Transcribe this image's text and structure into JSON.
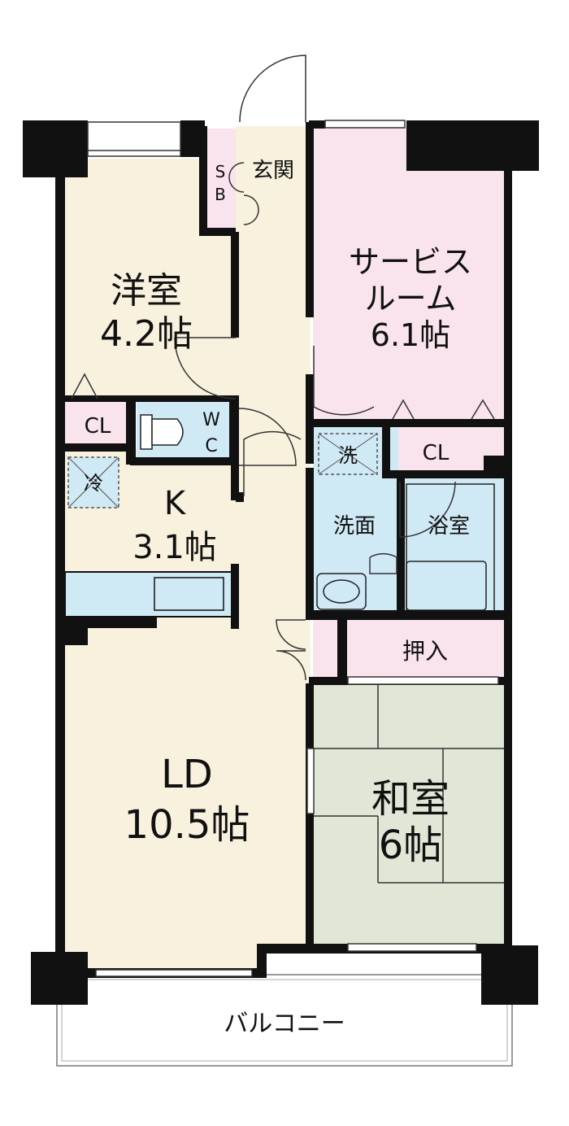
{
  "rooms": {
    "western": {
      "name": "洋室",
      "size": "4.2帖"
    },
    "service": {
      "line1": "サービス",
      "line2": "ルーム",
      "size": "6.1帖"
    },
    "kitchen": {
      "name": "K",
      "size": "3.1帖"
    },
    "ld": {
      "name": "LD",
      "size": "10.5帖"
    },
    "japanese": {
      "name": "和室",
      "size": "6帖"
    },
    "genkan": "玄関",
    "sb_s": "S",
    "sb_b": "B",
    "wc_w": "W",
    "wc_c": "C",
    "cl_west": "CL",
    "cl_service": "CL",
    "refrigerator": "冷",
    "laundry": "洗",
    "washroom": "洗面",
    "bath": "浴室",
    "oshiire": "押入",
    "balcony": "バルコニー"
  },
  "colors": {
    "western_floor": "#f7f1dd",
    "service_floor": "#f9e3ec",
    "wet_area": "#cfe9f5",
    "tatami": "#e1e7d6",
    "storage": "#f9e3ec",
    "wall": "#111111"
  }
}
